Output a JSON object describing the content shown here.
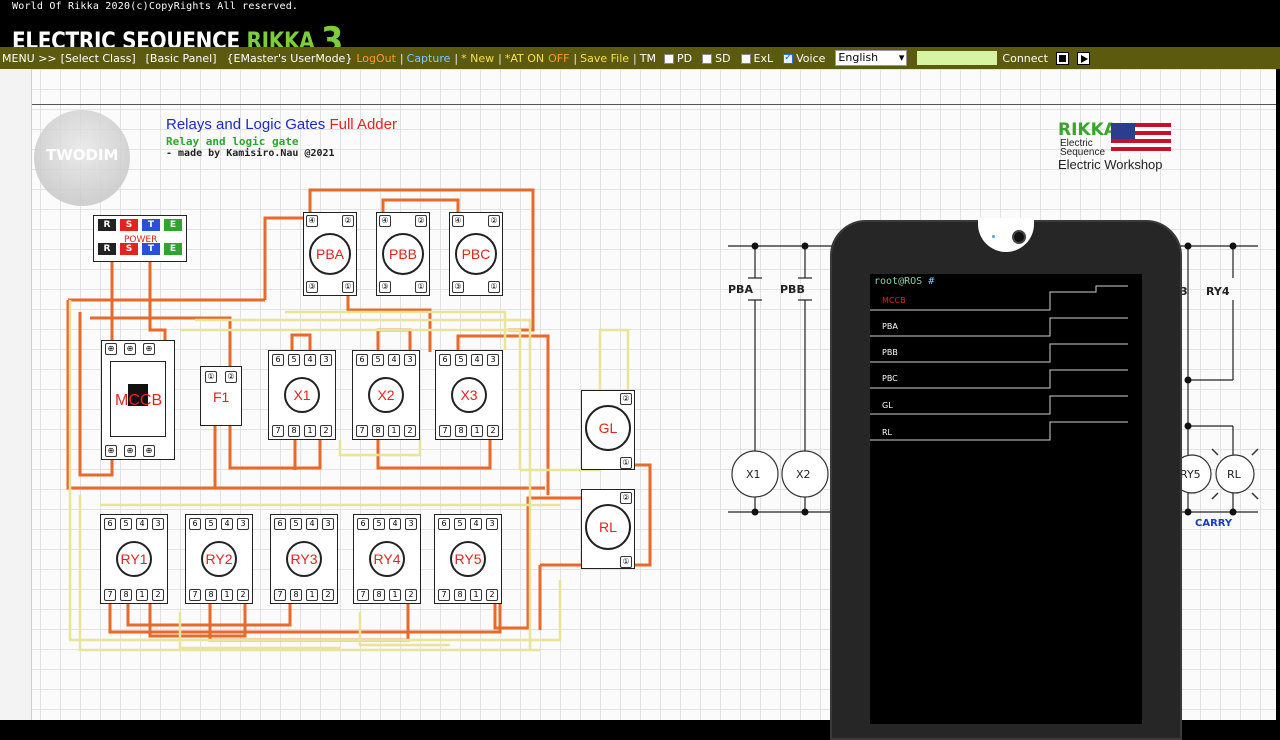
{
  "header": {
    "copyright": "World Of Rikka 2020(c)CopyRights All reserved.",
    "title_main": "ELECTRIC SEQUENCE",
    "title_brand": "RIKKA",
    "title_version": "3"
  },
  "menu": {
    "menu_label": "MENU >>",
    "select_class": "[Select Class]",
    "basic_panel": "[Basic Panel]",
    "user_mode": "{EMaster's UserMode}",
    "logout": "LogOut",
    "capture": "Capture",
    "new": "* New",
    "at_on": "*AT ON",
    "off": "OFF",
    "save_file": "Save File",
    "tm": "TM",
    "pd": "PD",
    "sd": "SD",
    "exl": "ExL",
    "voice": "Voice",
    "language": "English",
    "connect": "Connect"
  },
  "document": {
    "title": "Relays and Logic Gates",
    "title_accent": "Full Adder",
    "subtitle": "Relay and logic gate",
    "author": "- made by Kamisiro.Nau @2021",
    "watermark": "TWODIM"
  },
  "brand": {
    "name": "RIKKA",
    "line1": "Electric",
    "line2": "Sequence",
    "line3": "Electric Workshop"
  },
  "power": {
    "label": "POWER",
    "phases": [
      "R",
      "S",
      "T",
      "E"
    ],
    "phase_colors": [
      "#222222",
      "#e0251f",
      "#2b4fd8",
      "#2ea52e"
    ]
  },
  "components": {
    "pushbuttons": [
      "PBA",
      "PBB",
      "PBC"
    ],
    "breaker": "MCCB",
    "fuse": "F1",
    "x_relays": [
      "X1",
      "X2",
      "X3"
    ],
    "ry_relays": [
      "RY1",
      "RY2",
      "RY3",
      "RY4",
      "RY5"
    ],
    "lamps": [
      "GL",
      "RL"
    ],
    "relay_top_pins": [
      "6",
      "5",
      "4",
      "3"
    ],
    "relay_bottom_pins": [
      "7",
      "8",
      "1",
      "2"
    ],
    "pb_top_pins": [
      "④",
      "②"
    ],
    "pb_bottom_pins": [
      "③",
      "①"
    ],
    "lamp_top_pin": "②",
    "lamp_bottom_pin": "①",
    "fuse_pins": [
      "①",
      "②"
    ]
  },
  "phone": {
    "prompt": "root@ROS",
    "prompt_hash": "#",
    "signals": [
      "MCCB",
      "PBA",
      "PBB",
      "PBC",
      "GL",
      "RL"
    ]
  },
  "ladder": {
    "contacts": [
      "PBA",
      "PBB",
      "RY4"
    ],
    "partial_contact": "3",
    "coils": [
      "X1",
      "X2",
      "RY5",
      "RL"
    ],
    "carry_label": "CARRY"
  }
}
